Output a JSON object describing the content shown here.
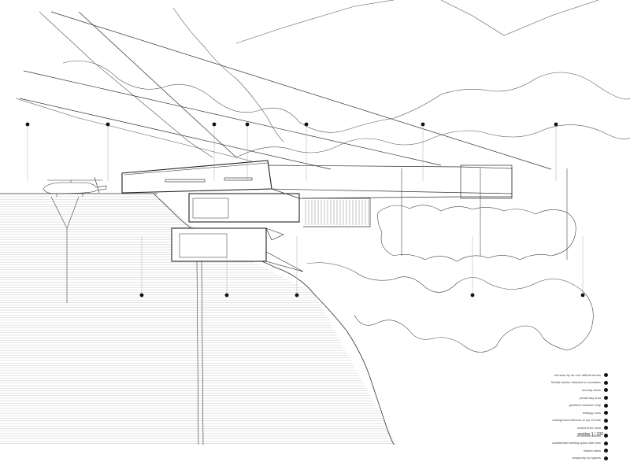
{
  "drawing": {
    "type": "architectural section drawing",
    "scale_label": "section 1 / 100",
    "legend": [
      "entrance by air over difficult terrain",
      "flexible anchor attached to mountains",
      "security check",
      "private bay area",
      "geotherm structure strip",
      "strategy room",
      "underground entrance to top of mine",
      "control level room",
      "connected access",
      "confidential meeting space with view",
      "hidden stairs",
      "temporary lux spaces"
    ],
    "marker_count_top": 7,
    "marker_count_bottom": 5,
    "line_color": "#444444",
    "marker_color": "#111111"
  }
}
